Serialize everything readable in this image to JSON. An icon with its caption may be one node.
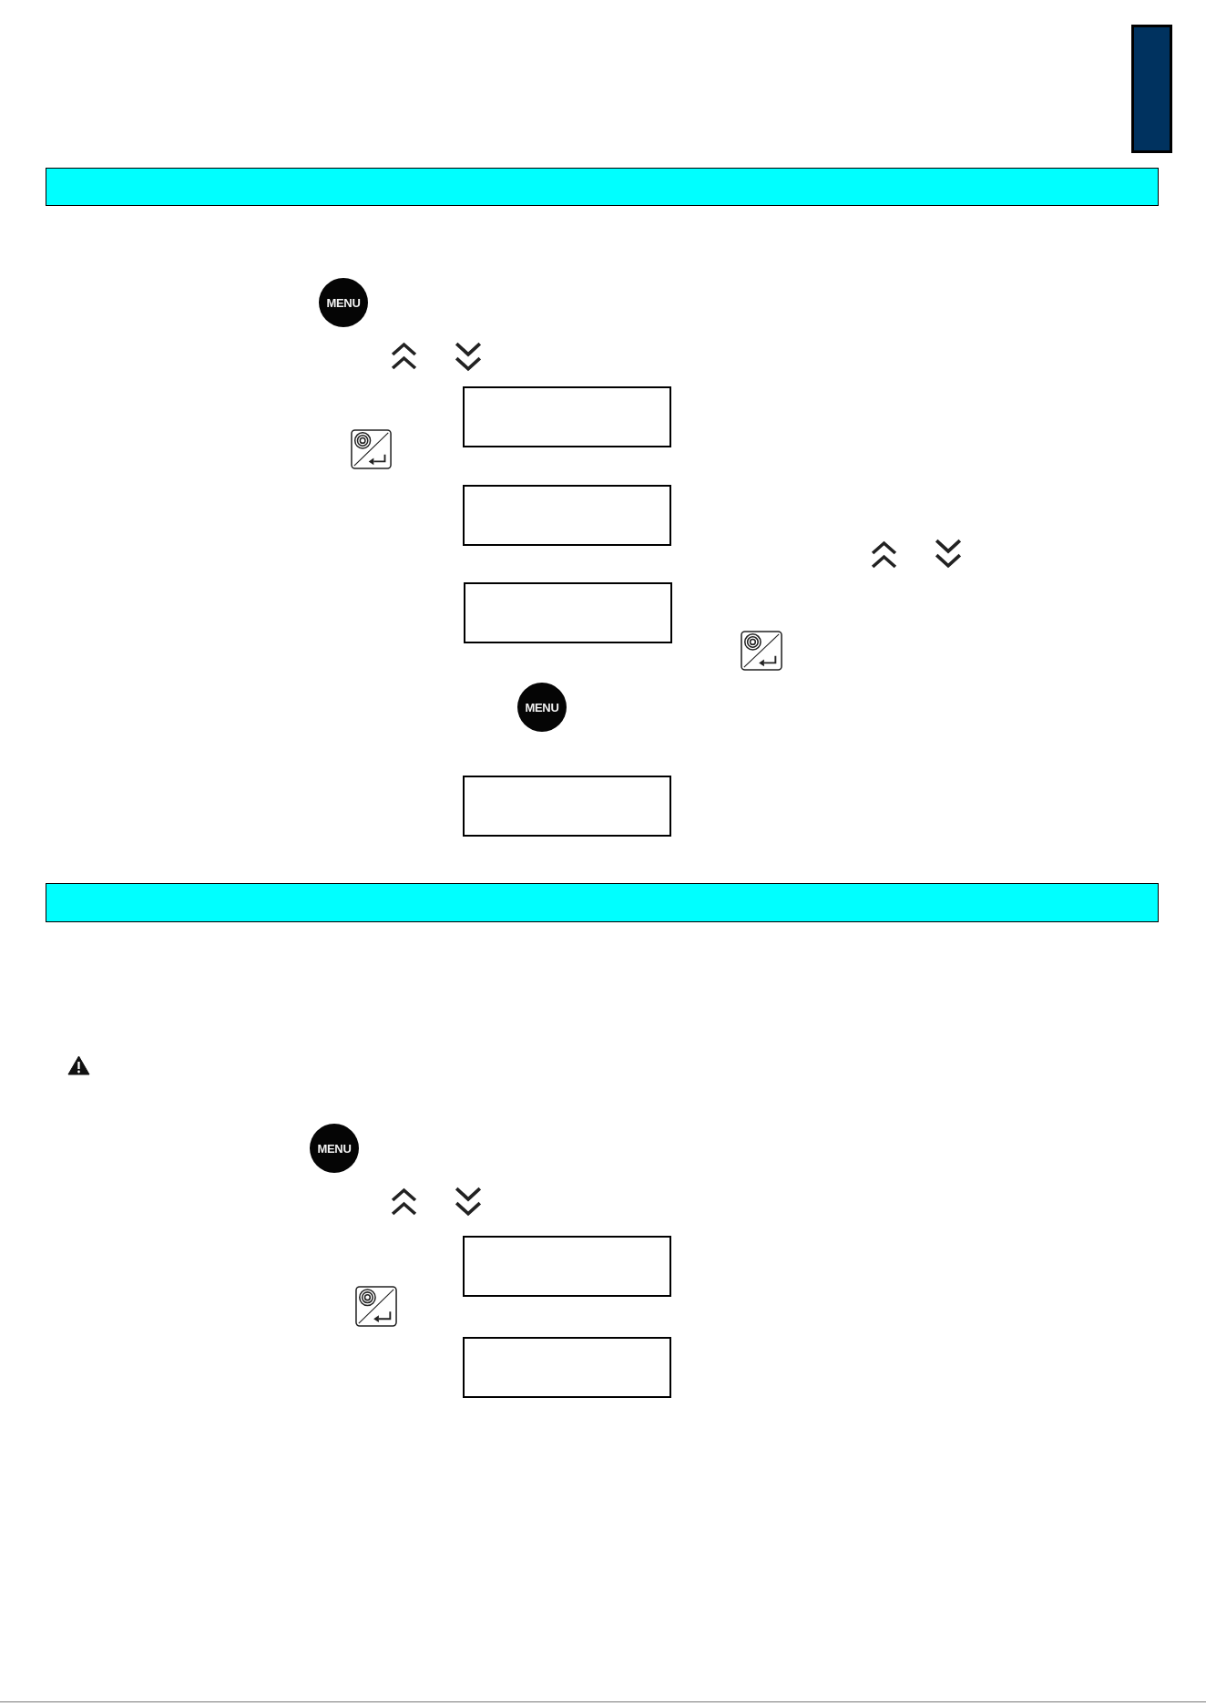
{
  "diagram": {
    "nodes": [
      {
        "text": [],
        "shape": "box"
      },
      {
        "text": [],
        "shape": "bar"
      },
      {
        "text": [
          "MENU"
        ]
      },
      {
        "text": [],
        "shape": "box"
      },
      {
        "text": [],
        "shape": "box"
      },
      {
        "text": [],
        "shape": "box"
      },
      {
        "text": [
          "MENU"
        ]
      },
      {
        "text": [],
        "shape": "box"
      },
      {
        "text": [],
        "shape": "bar"
      },
      {
        "text": [
          "MENU"
        ]
      },
      {
        "text": [],
        "shape": "box"
      },
      {
        "text": [],
        "shape": "box"
      }
    ]
  }
}
